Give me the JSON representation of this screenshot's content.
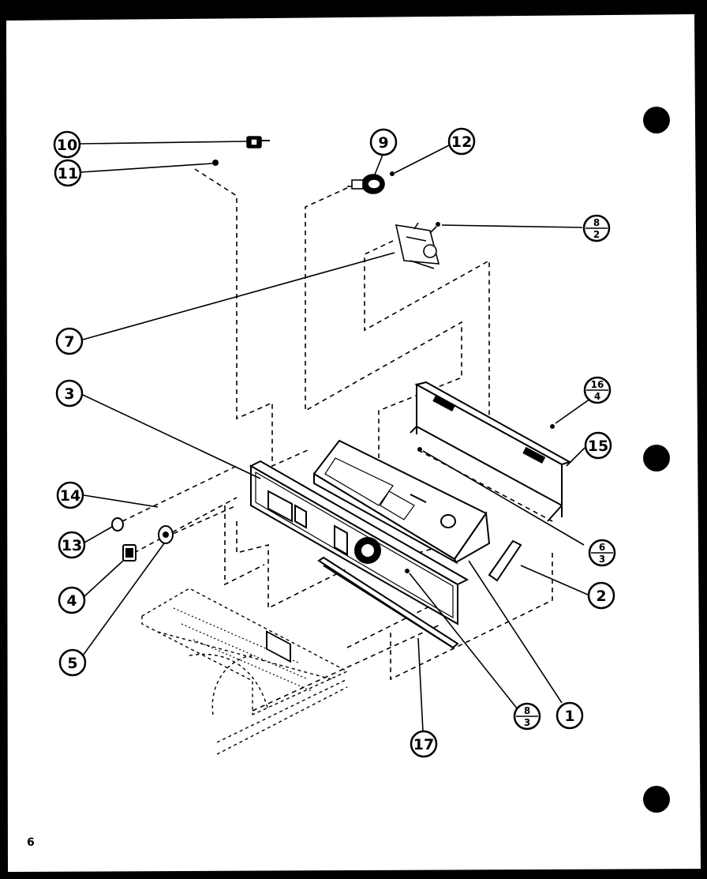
{
  "page_number": "6",
  "colors": {
    "background": "#000000",
    "paper": "#ffffff",
    "ink": "#000000"
  },
  "callouts": {
    "c10": "10",
    "c11": "11",
    "c9": "9",
    "c12": "12",
    "c8b": {
      "top": "8",
      "bottom": "2"
    },
    "c7": "7",
    "c3": "3",
    "c16": {
      "top": "16",
      "bottom": "4"
    },
    "c15": "15",
    "c14": "14",
    "c13": "13",
    "c6": {
      "top": "6",
      "bottom": "3"
    },
    "c4": "4",
    "c2": "2",
    "c5": "5",
    "c8a": {
      "top": "8",
      "bottom": "3"
    },
    "c1": "1",
    "c17": "17"
  }
}
